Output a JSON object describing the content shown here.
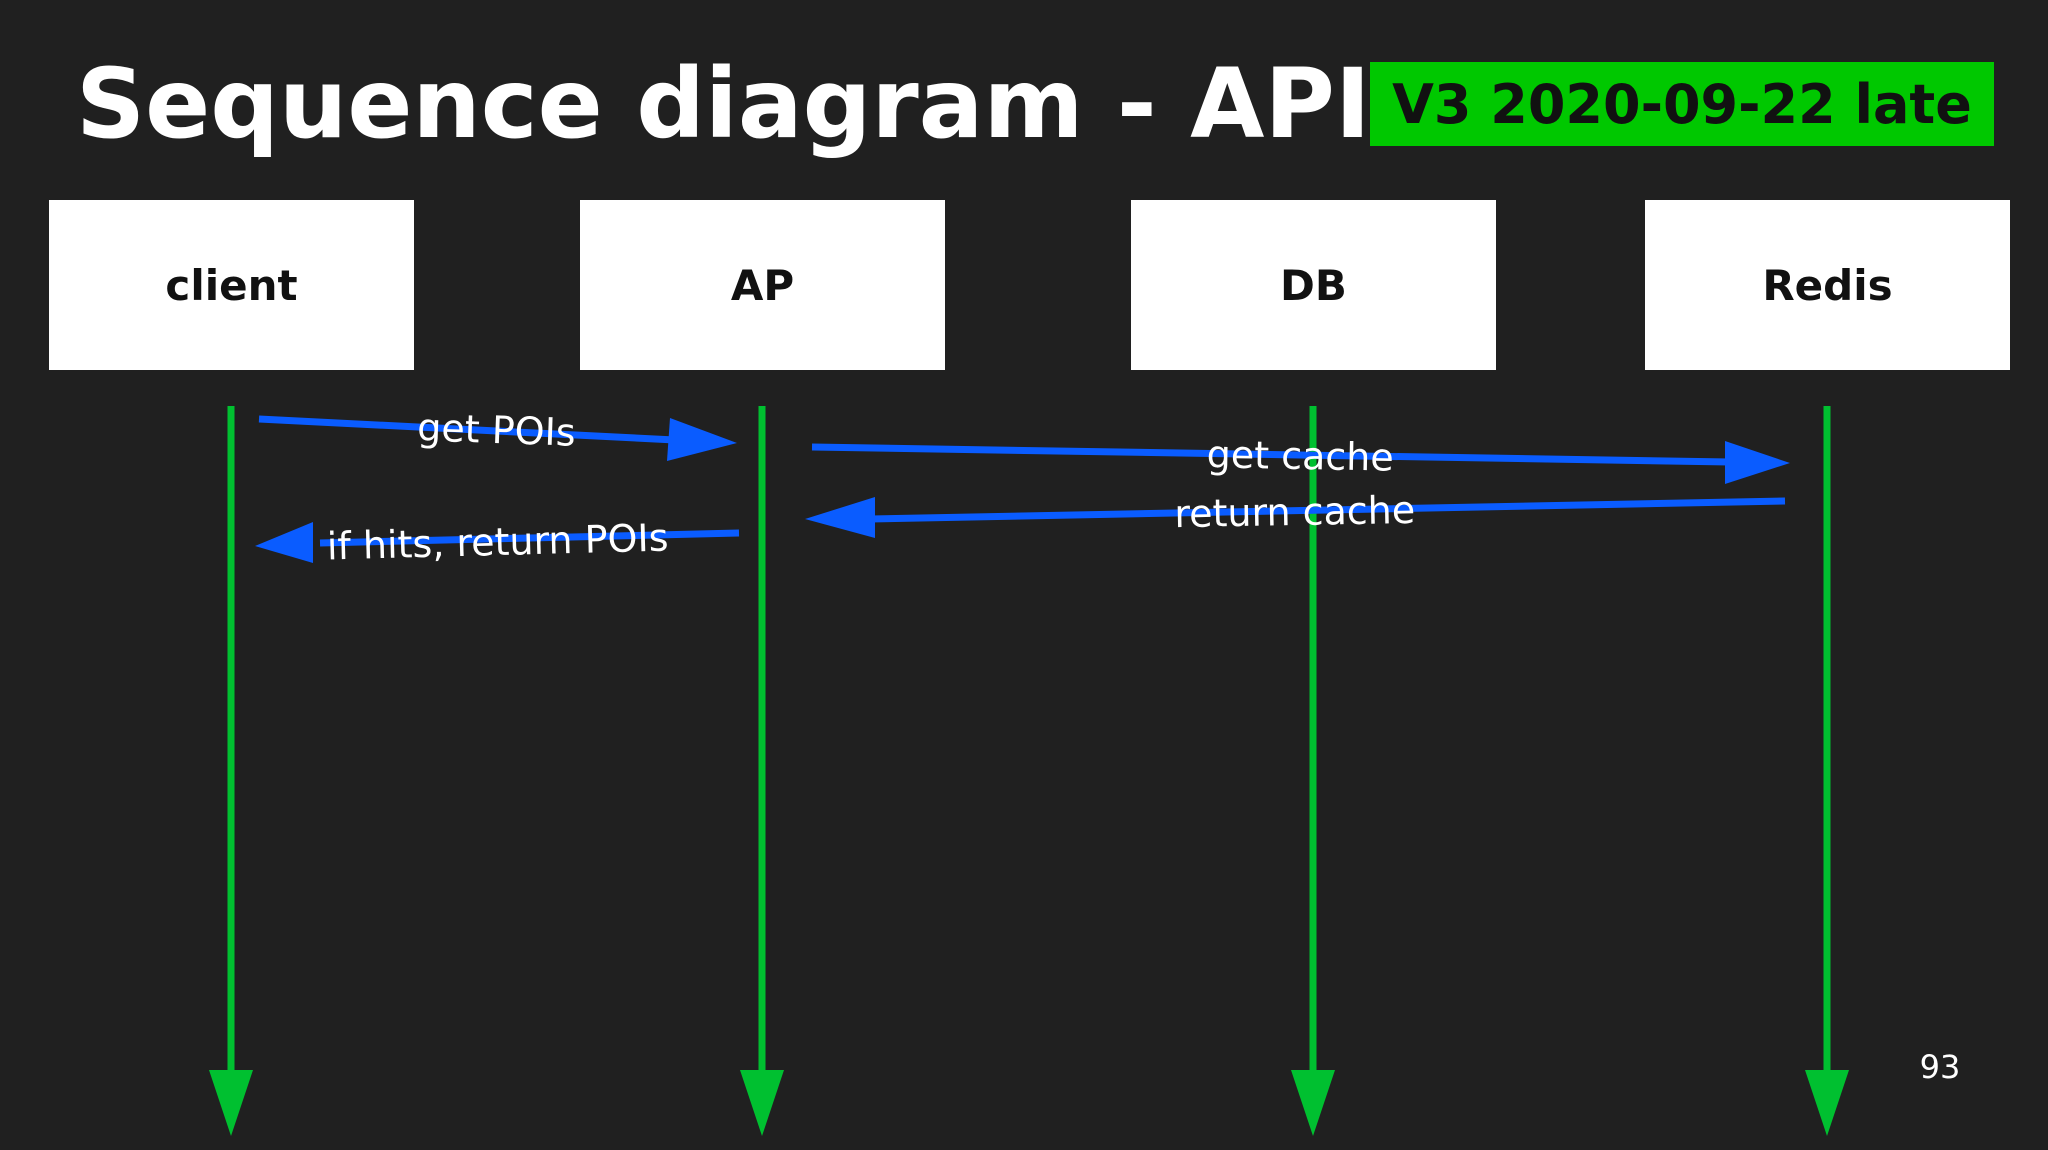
{
  "title": "Sequence diagram - API",
  "version_badge": "V3 2020-09-22 late",
  "participants": [
    {
      "label": "client"
    },
    {
      "label": "AP"
    },
    {
      "label": "DB"
    },
    {
      "label": "Redis"
    }
  ],
  "messages": [
    {
      "from": "client",
      "to": "AP",
      "label": "get POIs"
    },
    {
      "from": "AP",
      "to": "Redis",
      "label": "get cache"
    },
    {
      "from": "Redis",
      "to": "AP",
      "label": "return cache"
    },
    {
      "from": "AP",
      "to": "client",
      "label": "if hits, return POIs"
    }
  ],
  "page_number": "93",
  "colors": {
    "background": "#202020",
    "badge": "#00c800",
    "lifeline": "#00c030",
    "message_arrow": "#0a5cff"
  }
}
